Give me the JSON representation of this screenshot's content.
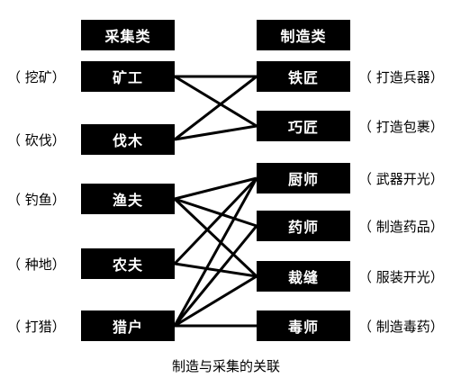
{
  "headers": {
    "left": "采集类",
    "right": "制造类"
  },
  "gathering": [
    {
      "name": "矿工",
      "note": "（ 挖矿）"
    },
    {
      "name": "伐木",
      "note": "（ 砍伐）"
    },
    {
      "name": "渔夫",
      "note": "（ 钓鱼）"
    },
    {
      "name": "农夫",
      "note": "（ 种地）"
    },
    {
      "name": "猎户",
      "note": "（ 打猎）"
    }
  ],
  "crafting": [
    {
      "name": "铁匠",
      "note": "（ 打造兵器）"
    },
    {
      "name": "巧匠",
      "note": "（ 打造包裹）"
    },
    {
      "name": "厨师",
      "note": "（ 武器开光）"
    },
    {
      "name": "药师",
      "note": "（ 制造药品）"
    },
    {
      "name": "裁缝",
      "note": "（ 服装开光）"
    },
    {
      "name": "毒师",
      "note": "（ 制造毒药）"
    }
  ],
  "links": [
    [
      "矿工",
      "铁匠"
    ],
    [
      "矿工",
      "巧匠"
    ],
    [
      "伐木",
      "铁匠"
    ],
    [
      "伐木",
      "巧匠"
    ],
    [
      "渔夫",
      "厨师"
    ],
    [
      "渔夫",
      "药师"
    ],
    [
      "渔夫",
      "裁缝"
    ],
    [
      "农夫",
      "厨师"
    ],
    [
      "农夫",
      "裁缝"
    ],
    [
      "猎户",
      "厨师"
    ],
    [
      "猎户",
      "药师"
    ],
    [
      "猎户",
      "裁缝"
    ],
    [
      "猎户",
      "毒师"
    ]
  ],
  "caption": "制造与采集的关联"
}
